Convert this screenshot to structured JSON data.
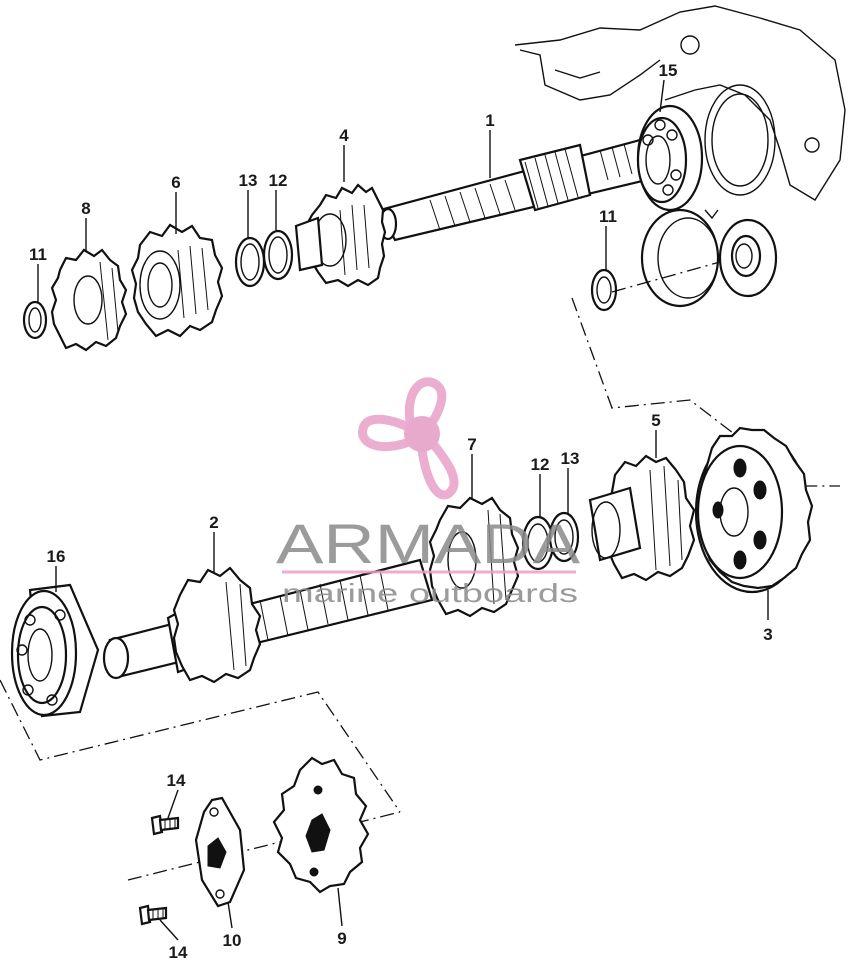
{
  "parts": [
    {
      "key": "p1",
      "label": "1"
    },
    {
      "key": "p2",
      "label": "2"
    },
    {
      "key": "p3",
      "label": "3"
    },
    {
      "key": "p4",
      "label": "4"
    },
    {
      "key": "p5",
      "label": "5"
    },
    {
      "key": "p6",
      "label": "6"
    },
    {
      "key": "p7",
      "label": "7"
    },
    {
      "key": "p8",
      "label": "8"
    },
    {
      "key": "p9",
      "label": "9"
    },
    {
      "key": "p10",
      "label": "10"
    },
    {
      "key": "p11a",
      "label": "11"
    },
    {
      "key": "p11b",
      "label": "11"
    },
    {
      "key": "p12a",
      "label": "12"
    },
    {
      "key": "p12b",
      "label": "12"
    },
    {
      "key": "p13a",
      "label": "13"
    },
    {
      "key": "p13b",
      "label": "13"
    },
    {
      "key": "p14a",
      "label": "14"
    },
    {
      "key": "p14b",
      "label": "14"
    },
    {
      "key": "p15",
      "label": "15"
    },
    {
      "key": "p16",
      "label": "16"
    }
  ],
  "watermark": {
    "brand": "ARMADA",
    "tagline": "marine outboards",
    "accent_color": "#e8a0c8"
  }
}
